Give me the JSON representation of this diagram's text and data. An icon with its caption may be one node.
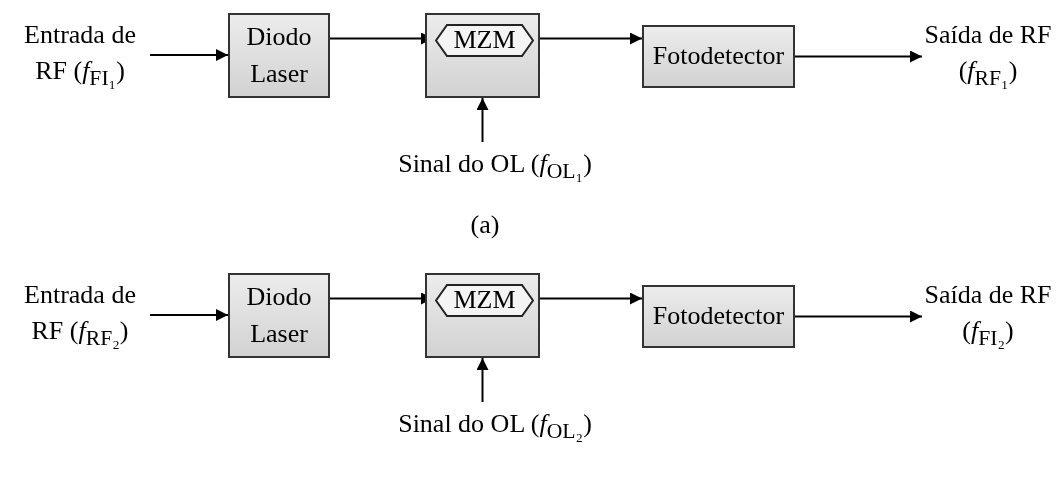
{
  "diagram": {
    "nodes": [
      {
        "text": [
          "Entrada de RF (*f*$_{FI₁}$)"
        ]
      },
      {
        "text": [
          "Diodo Laser"
        ]
      },
      {
        "text": [],
        "shape": "box"
      },
      {
        "text": [
          "MZM"
        ],
        "in": 2
      },
      {
        "text": [
          "Fotodetector"
        ]
      },
      {
        "text": [
          "Saída de RF (*f*$_{RF₁}$)"
        ]
      },
      {
        "text": [
          "Sinal do OL (*f*$_{OL₁}$)"
        ]
      },
      {
        "text": [
          "Entrada de RF (*f*$_{RF₂}$)"
        ]
      },
      {
        "text": [
          "Diodo Laser"
        ]
      },
      {
        "text": [],
        "shape": "box"
      },
      {
        "text": [
          "MZM"
        ],
        "in": 9
      },
      {
        "text": [
          "Fotodetector"
        ]
      },
      {
        "text": [
          "Saída de RF (*f*$_{FI₂}$)"
        ]
      },
      {
        "text": [
          "Sinal do OL (*f*$_{OL₂}$)"
        ]
      }
    ],
    "edges": [
      {
        "from": 0,
        "to": 1,
        "arrow": "to"
      },
      {
        "from": 1,
        "to": 3,
        "arrow": "to"
      },
      {
        "from": 3,
        "to": 4,
        "arrow": "to"
      },
      {
        "from": 6,
        "to": 2,
        "arrow": "to"
      },
      {
        "from": 4,
        "to": 5,
        "arrow": "to"
      },
      {
        "from": 7,
        "to": 8,
        "arrow": "to"
      },
      {
        "from": 8,
        "to": 10,
        "arrow": "to"
      },
      {
        "from": 10,
        "to": 11,
        "arrow": "to"
      },
      {
        "from": 13,
        "to": 9,
        "arrow": "to"
      },
      {
        "from": 11,
        "to": 12,
        "arrow": "to"
      }
    ],
    "labels": [
      "(a)"
    ]
  }
}
